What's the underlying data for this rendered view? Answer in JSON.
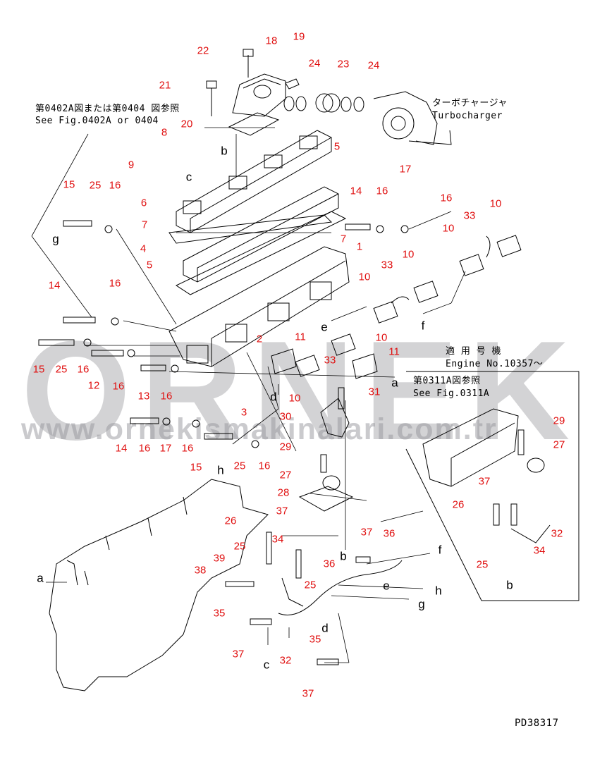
{
  "watermark": {
    "brand": "ORNEK",
    "url": "www.ornekismakinalari.com.tr"
  },
  "notes": {
    "ref_top_jp": "第0402A図または第0404 図参照",
    "ref_top_en": "See Fig.0402A or 0404",
    "turbo_jp": "ターボチャージャ",
    "turbo_en": "Turbocharger",
    "engine_jp": "適 用 号 機",
    "engine_en": "Engine No.10357～",
    "ref_box_jp": "第0311A図参照",
    "ref_box_en": "See Fig.0311A",
    "drawing_code": "PD38317"
  },
  "callouts": [
    "22",
    "18",
    "19",
    "24",
    "23",
    "24",
    "21",
    "20",
    "8",
    "9",
    "b",
    "c",
    "5",
    "17",
    "15",
    "25",
    "16",
    "6",
    "14",
    "16",
    "16",
    "33",
    "10",
    "g",
    "7",
    "7",
    "10",
    "4",
    "1",
    "5",
    "10",
    "33",
    "14",
    "16",
    "10",
    "e",
    "f",
    "2",
    "11",
    "10",
    "11",
    "15",
    "25",
    "16",
    "12",
    "16",
    "33",
    "13",
    "16",
    "d",
    "10",
    "a",
    "31",
    "3",
    "30",
    "14",
    "16",
    "17",
    "16",
    "29",
    "15",
    "25",
    "16",
    "h",
    "27",
    "28",
    "37",
    "26",
    "26",
    "29",
    "27",
    "37",
    "32",
    "34",
    "25",
    "b",
    "37",
    "36",
    "34",
    "36",
    "25",
    "39",
    "25",
    "b",
    "f",
    "38",
    "h",
    "e",
    "g",
    "35",
    "d",
    "35",
    "37",
    "c",
    "32",
    "37",
    "a"
  ]
}
